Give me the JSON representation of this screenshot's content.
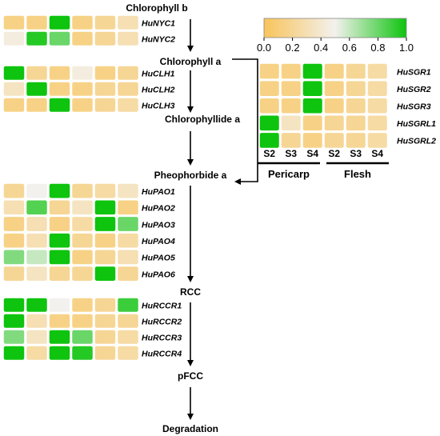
{
  "colors": {
    "low": "#f8c45a",
    "mid": "#f3f1ee",
    "high": "#0ec40e"
  },
  "pathway": [
    "Chlorophyll b",
    "Chlorophyll a",
    "Chlorophyllide a",
    "Pheophorbide a",
    "RCC",
    "pFCC",
    "Degradation"
  ],
  "colorbar": {
    "ticks": [
      "0.0",
      "0.2",
      "0.4",
      "0.6",
      "0.8",
      "1.0"
    ]
  },
  "chart_data": [
    {
      "type": "heatmap",
      "rows": [
        "HuNYC1",
        "HuNYC2"
      ],
      "values": [
        [
          0.15,
          0.15,
          1.0,
          0.15,
          0.2,
          0.3
        ],
        [
          0.45,
          0.95,
          0.8,
          0.15,
          0.2,
          0.3
        ]
      ]
    },
    {
      "type": "heatmap",
      "rows": [
        "HuCLH1",
        "HuCLH2",
        "HuCLH3"
      ],
      "values": [
        [
          1.0,
          0.2,
          0.15,
          0.45,
          0.15,
          0.2
        ],
        [
          0.35,
          1.0,
          0.15,
          0.15,
          0.2,
          0.2
        ],
        [
          0.15,
          0.15,
          1.0,
          0.15,
          0.2,
          0.25
        ]
      ]
    },
    {
      "type": "heatmap",
      "rows": [
        "HuPAO1",
        "HuPAO2",
        "HuPAO3",
        "HuPAO4",
        "HuPAO5",
        "HuPAO6"
      ],
      "values": [
        [
          0.2,
          0.5,
          1.0,
          0.2,
          0.25,
          0.35
        ],
        [
          0.3,
          0.85,
          0.2,
          0.35,
          1.0,
          0.15
        ],
        [
          0.15,
          0.3,
          0.15,
          0.25,
          1.0,
          0.8
        ],
        [
          0.15,
          0.3,
          1.0,
          0.2,
          0.15,
          0.25
        ],
        [
          0.75,
          0.6,
          1.0,
          0.15,
          0.2,
          0.3
        ],
        [
          0.2,
          0.35,
          0.2,
          0.2,
          1.0,
          0.2
        ]
      ]
    },
    {
      "type": "heatmap",
      "rows": [
        "HuRCCR1",
        "HuRCCR2",
        "HuRCCR3",
        "HuRCCR4"
      ],
      "values": [
        [
          1.0,
          1.0,
          0.5,
          0.15,
          0.2,
          0.9
        ],
        [
          1.0,
          0.3,
          0.15,
          0.15,
          0.2,
          0.2
        ],
        [
          0.75,
          0.35,
          1.0,
          0.8,
          0.2,
          0.25
        ],
        [
          1.0,
          0.25,
          1.0,
          0.95,
          0.2,
          0.25
        ]
      ]
    },
    {
      "type": "heatmap",
      "rows": [
        "HuSGR1",
        "HuSGR2",
        "HuSGR3",
        "HuSGRL1",
        "HuSGRL2"
      ],
      "columns": [
        "S2",
        "S3",
        "S4",
        "S2",
        "S3",
        "S4"
      ],
      "groups": [
        "Pericarp",
        "Flesh"
      ],
      "values": [
        [
          0.15,
          0.15,
          1.0,
          0.15,
          0.2,
          0.25
        ],
        [
          0.15,
          0.15,
          1.0,
          0.15,
          0.2,
          0.25
        ],
        [
          0.15,
          0.15,
          1.0,
          0.15,
          0.2,
          0.25
        ],
        [
          1.0,
          0.35,
          0.15,
          0.2,
          0.2,
          0.25
        ],
        [
          1.0,
          0.2,
          0.15,
          0.2,
          0.2,
          0.25
        ]
      ]
    }
  ]
}
